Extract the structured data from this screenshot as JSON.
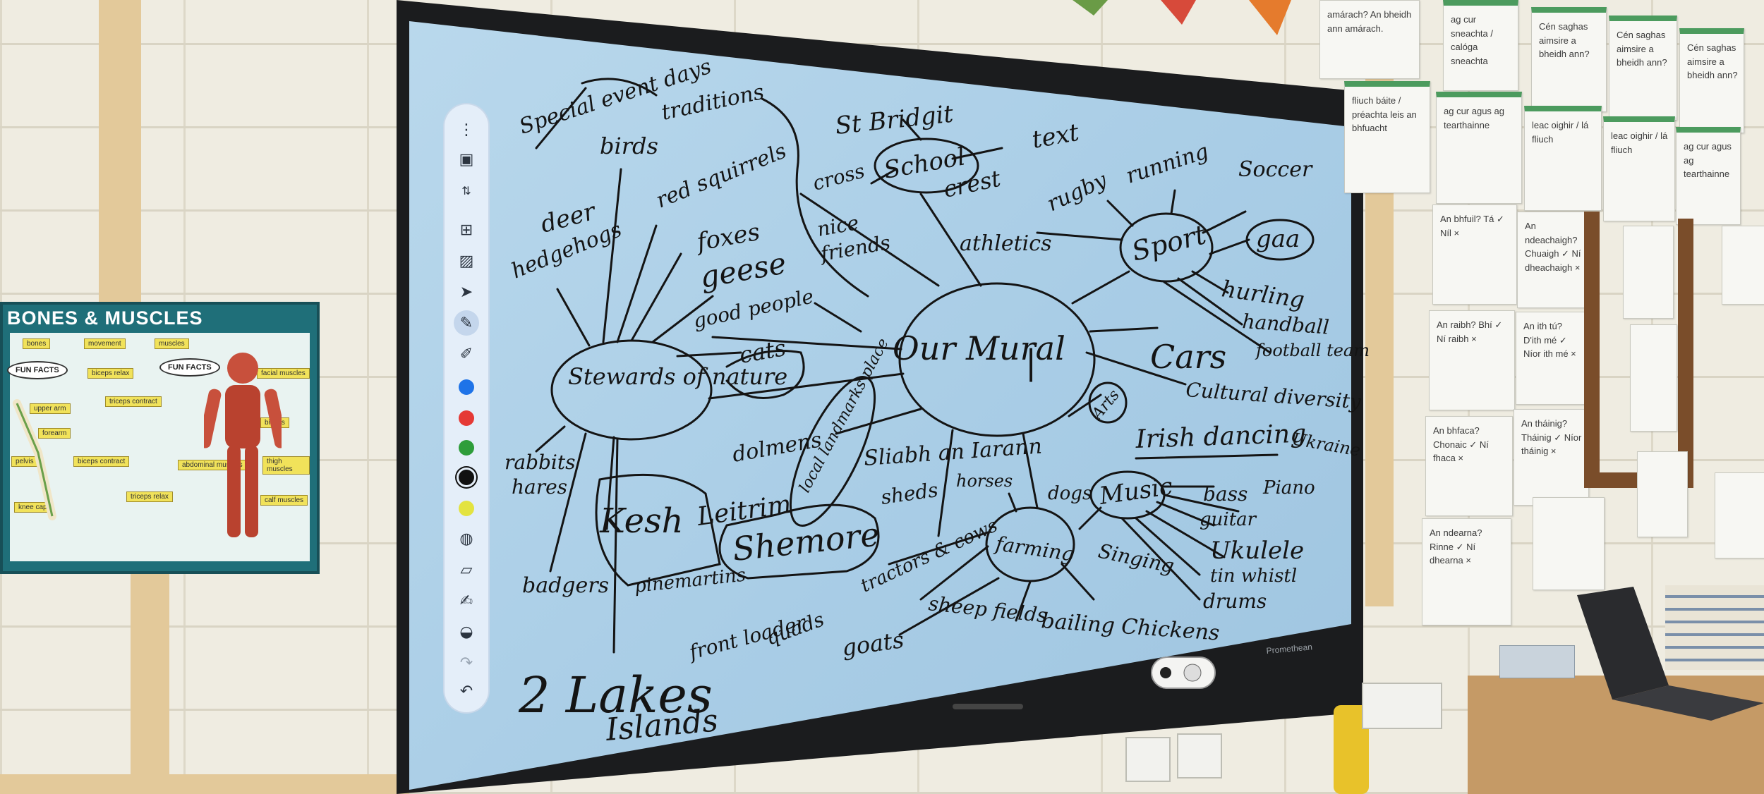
{
  "poster": {
    "title": "BONES & MUSCLES",
    "headers": [
      "bones",
      "movement",
      "muscles"
    ],
    "fun_facts_left": "FUN FACTS",
    "fun_facts_right": "FUN FACTS",
    "labels": [
      "upper arm",
      "forearm",
      "pelvis",
      "knee cap",
      "biceps relax",
      "triceps contract",
      "biceps contract",
      "triceps relax",
      "facial muscles",
      "biceps",
      "abdominal muscles",
      "thigh muscles",
      "calf muscles"
    ]
  },
  "toolbar": {
    "items": [
      "more-icon",
      "save-icon",
      "arrange-icon",
      "grid-icon",
      "image-icon",
      "pointer-icon",
      "pen-icon",
      "highlighter-icon"
    ],
    "colors": [
      "#1e73e8",
      "#e53935",
      "#2e9d3a",
      "#111111",
      "#e3e340"
    ],
    "lower_items": [
      "palette-icon",
      "eraser-icon",
      "edit-icon",
      "shape-icon",
      "redo-icon",
      "undo-icon"
    ]
  },
  "mindmap": {
    "center": "Our Mural",
    "words": [
      "Special event days",
      "traditions",
      "birds",
      "red squirrels",
      "deer",
      "hedgehogs",
      "foxes",
      "geese",
      "good people",
      "cats",
      "Stewards of nature",
      "rabbits",
      "hares",
      "badgers",
      "Kesh",
      "pinemartins",
      "dolmens",
      "Leitrim",
      "Shemore",
      "local landmarks place",
      "Sliabh an Iarann",
      "horses",
      "sheds",
      "tractors & cows",
      "front loader",
      "quads",
      "goats",
      "2 Lakes",
      "Islands",
      "farming",
      "dogs",
      "sheep fields",
      "bailing Chickens",
      "St Bridgit",
      "cross",
      "nice",
      "friends",
      "School",
      "crest",
      "text",
      "athletics",
      "rugby",
      "running",
      "Soccer",
      "Sport",
      "gaa",
      "hurling",
      "handball",
      "football team",
      "Cars",
      "Cultural diversity",
      "Arts",
      "Irish dancing",
      "Ukraine",
      "Music",
      "bass",
      "Piano",
      "guitar",
      "Singing",
      "Ukulele",
      "tin whistl",
      "drums"
    ]
  },
  "display": {
    "brand": "Promethean"
  },
  "worksheets": [
    "amárach? An bheidh ann amárach.",
    "ag cur sneachta / calóga sneachta",
    "Cén saghas aimsire a bheidh ann?",
    "fliuch báite / préachta leis an bhfuacht",
    "ag cur agus ag tearthainne",
    "leac oighir / lá fliuch",
    "An bhfuil? Tá ✓ Níl ×",
    "An ndeachaigh? Chuaigh ✓ Ní dheachaigh ×",
    "An raibh? Bhí ✓ Ní raibh ×",
    "An ith tú? D'ith mé ✓ Níor ith mé ×",
    "An bhfaca? Chonaic ✓ Ní fhaca ×",
    "An tháinig? Tháinig ✓ Níor tháinig ×",
    "An ndearna? Rinne ✓ Ní dhearna ×"
  ]
}
